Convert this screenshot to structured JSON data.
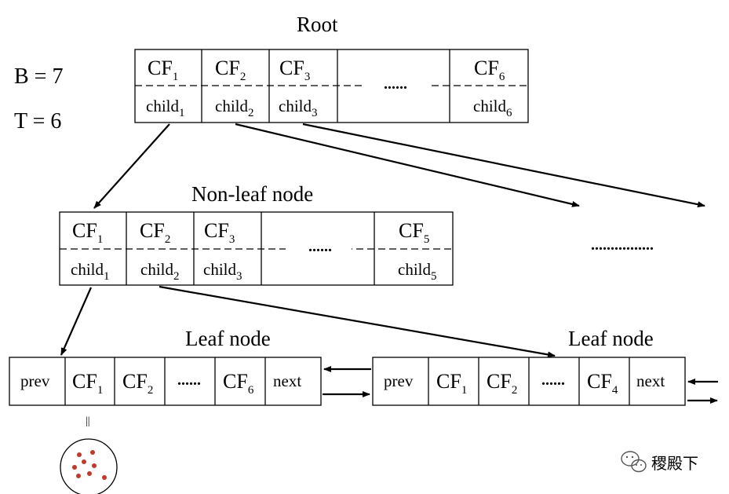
{
  "params": {
    "b": "B = 7",
    "t": "T = 6"
  },
  "root": {
    "title": "Root",
    "cf": [
      "CF",
      "CF",
      "CF",
      "CF"
    ],
    "cf_subs": [
      "1",
      "2",
      "3",
      "6"
    ],
    "child": [
      "child",
      "child",
      "child",
      "child"
    ],
    "child_subs": [
      "1",
      "2",
      "3",
      "6"
    ],
    "ellipsis": "......"
  },
  "nonleaf": {
    "title": "Non-leaf node",
    "cf": [
      "CF",
      "CF",
      "CF",
      "CF"
    ],
    "cf_subs": [
      "1",
      "2",
      "3",
      "5"
    ],
    "child": [
      "child",
      "child",
      "child",
      "child"
    ],
    "child_subs": [
      "1",
      "2",
      "3",
      "5"
    ],
    "ellipsis": "......",
    "side_ellipsis": "................"
  },
  "leaf_left": {
    "title": "Leaf node",
    "prev": "prev",
    "next": "next",
    "cf": [
      "CF",
      "CF",
      "CF"
    ],
    "cf_subs": [
      "1",
      "2",
      "6"
    ],
    "ellipsis": "......"
  },
  "leaf_right": {
    "title": "Leaf node",
    "prev": "prev",
    "next": "next",
    "cf": [
      "CF",
      "CF",
      "CF"
    ],
    "cf_subs": [
      "1",
      "2",
      "4"
    ],
    "ellipsis": "......"
  },
  "equals_mark": "||",
  "watermark": {
    "text": "稷殿下"
  },
  "colors": {
    "dot": "#c0392b",
    "line": "#000000"
  }
}
